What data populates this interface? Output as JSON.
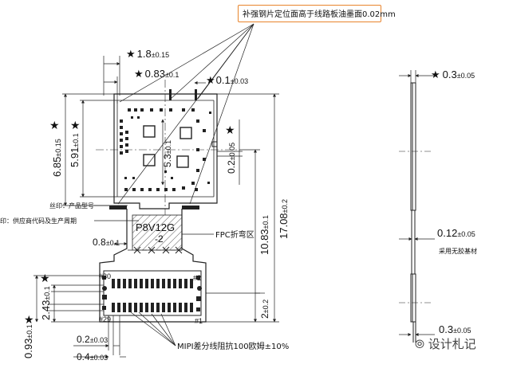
{
  "callout": {
    "text": "补强钢片定位面高于线路板油墨面0.02mm"
  },
  "labels": {
    "silk_print": "丝印：产品型号",
    "supplier_print": "印：供应商代码及生产周期",
    "fpc_bend": "FPC折弯区",
    "mipi": "MIPI差分线阻抗100欧姆±10%",
    "no_adhesive": "采用无胶基材",
    "product_code_1": "P8V12G",
    "product_code_2": "-2",
    "pin_30": "#30",
    "pin_2": "#2",
    "pin_29": "#29",
    "pin_1": "#1"
  },
  "dimensions": {
    "d_1_8": {
      "star": "★",
      "value": "1.8",
      "tol": "±0.15"
    },
    "d_0_83": {
      "star": "★",
      "value": "0.83",
      "tol": "±0.1"
    },
    "d_0_1": {
      "star": "★",
      "value": "0.1",
      "tol": "±0.03"
    },
    "d_6_85": {
      "star": "★",
      "value": "6.85",
      "tol": "±0.15"
    },
    "d_5_91": {
      "star": "★",
      "value": "5.91",
      "tol": "±0.1"
    },
    "d_5_3": {
      "value": "5.3",
      "tol": "±0.1"
    },
    "d_0_2_top": {
      "star": "★",
      "value": "0.2",
      "tol": "±0.05"
    },
    "d_17_08": {
      "value": "17.08",
      "tol": "±0.2"
    },
    "d_10_83": {
      "value": "10.83",
      "tol": "±0.1"
    },
    "d_0_8": {
      "value": "0.8",
      "tol": "±0.1"
    },
    "d_2_43": {
      "star": "★",
      "value": "2.43",
      "tol": "±0.1"
    },
    "d_2": {
      "value": "2",
      "tol": "±0.2"
    },
    "d_0_93": {
      "star": "★",
      "value": "0.93",
      "tol": "±0.1"
    },
    "d_0_2_bot": {
      "value": "0.2",
      "tol": "±0.03"
    },
    "d_0_4": {
      "value": "0.4",
      "tol": "±0.03"
    },
    "d_0_3_top": {
      "star": "★",
      "value": "0.3",
      "tol": "±0.05"
    },
    "d_0_12": {
      "value": "0.12",
      "tol": "±0.05"
    },
    "d_0_3_bot": {
      "value": "0.3",
      "tol": "±0.05"
    }
  },
  "watermark": {
    "text": "设计札记"
  },
  "colors": {
    "callout_border": "#e8842c",
    "line": "#222222",
    "hatch": "#555555"
  }
}
